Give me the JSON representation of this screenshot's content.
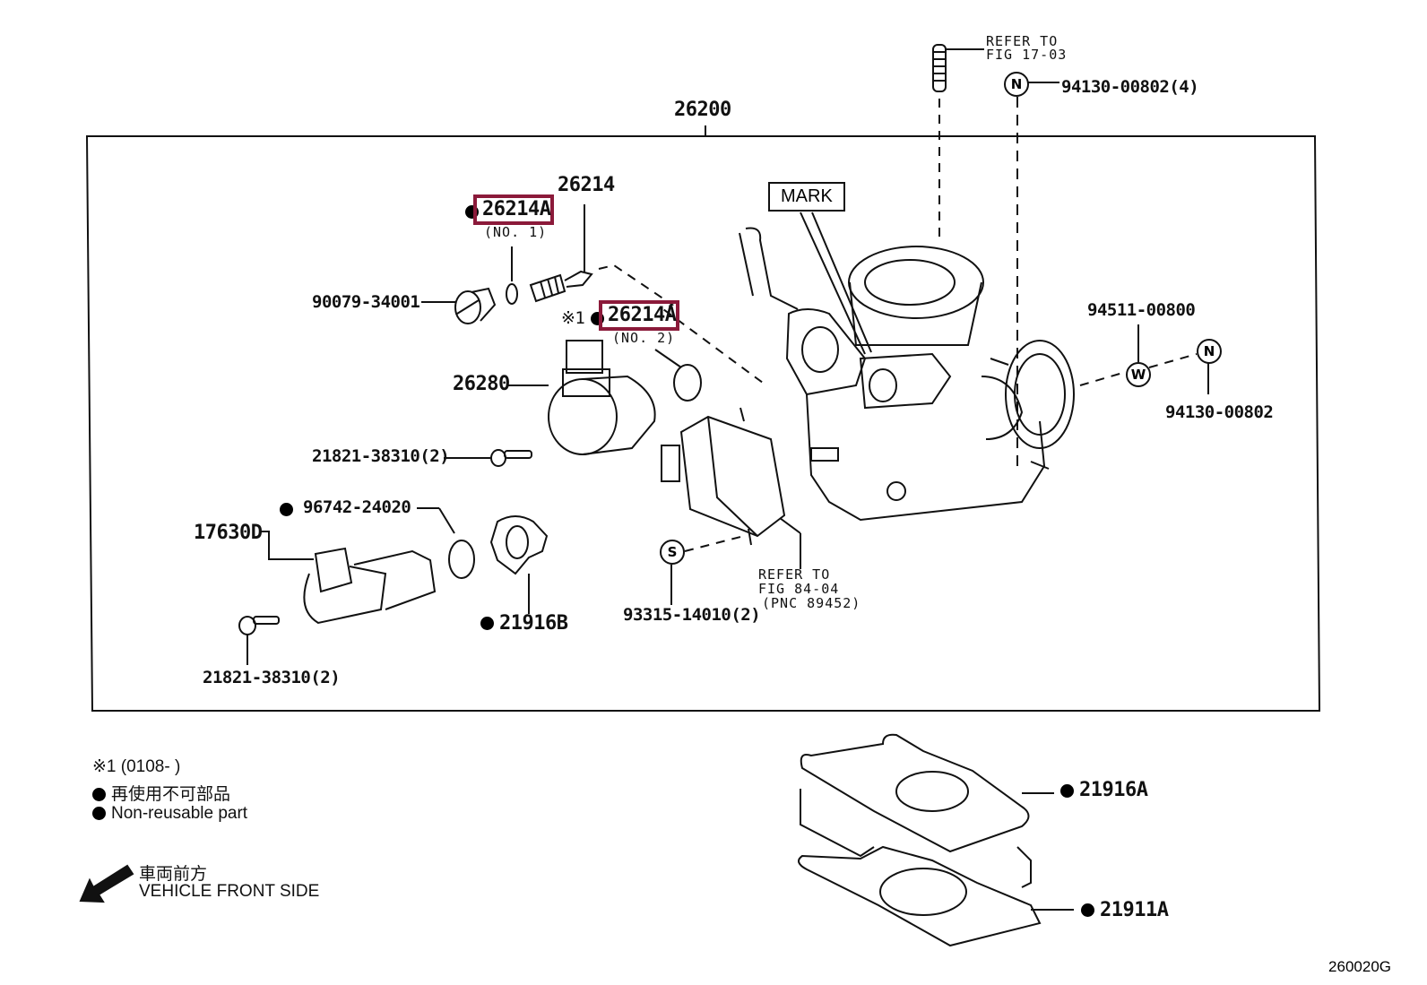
{
  "figure_id": "260020G",
  "assembly": {
    "part_no": "26200"
  },
  "highlight_color": "#8b1a3a",
  "callouts": {
    "refer_17": {
      "line1": "REFER TO",
      "line2": "FIG 17-03"
    },
    "nut_top": {
      "symbol": "N",
      "part_no": "94130-00802(4)"
    },
    "p26214": "26214",
    "p26214a_1": {
      "part_no": "26214A",
      "sub": "(NO. 1)"
    },
    "p26214a_2": {
      "prefix": "※1",
      "part_no": "26214A",
      "sub": "(NO. 2)"
    },
    "p90079": "90079-34001",
    "p26280": "26280",
    "p21821_a": "21821-38310(2)",
    "p17630d": "17630D",
    "p96742": "96742-24020",
    "p21916b": "21916B",
    "p21821_b": "21821-38310(2)",
    "p93315": {
      "symbol": "S",
      "part_no": "93315-14010(2)"
    },
    "refer_84": {
      "line1": "REFER TO",
      "line2": "FIG 84-04",
      "line3": "(PNC 89452)"
    },
    "mark": "MARK",
    "washer": {
      "symbol": "W",
      "part_no": "94511-00800"
    },
    "nut_right": {
      "symbol": "N",
      "part_no": "94130-00802"
    },
    "p21916a": "21916A",
    "p21911a": "21911A"
  },
  "legend": {
    "note1": "※1 (0108-        )",
    "nonreusable_jp": "再使用不可部品",
    "nonreusable_en": "Non-reusable part",
    "front_jp": "車両前方",
    "front_en": "VEHICLE FRONT SIDE"
  }
}
